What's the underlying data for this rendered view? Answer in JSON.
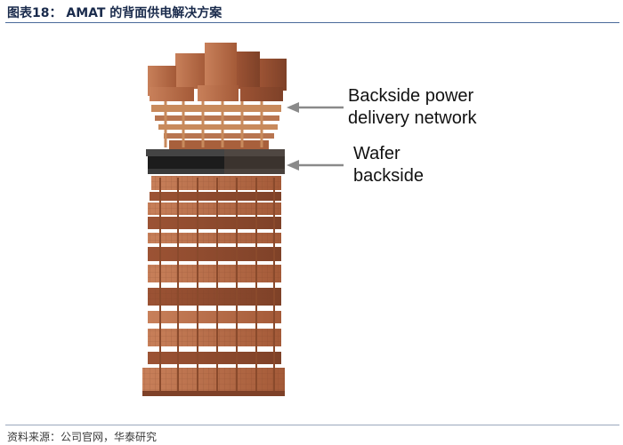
{
  "header": {
    "title": "图表18：  AMAT 的背面供电解决方案"
  },
  "figure": {
    "callouts": [
      {
        "line1": "Backside power",
        "line2": "delivery network"
      },
      {
        "line1": "Wafer",
        "line2": "backside"
      }
    ],
    "colors": {
      "copper": "#b86a45",
      "copper_dark": "#8a4a2c",
      "wafer_black": "#1c1c1c",
      "arrow": "#8a8a8a"
    }
  },
  "footer": {
    "source": "资料来源：公司官网，华泰研究"
  }
}
